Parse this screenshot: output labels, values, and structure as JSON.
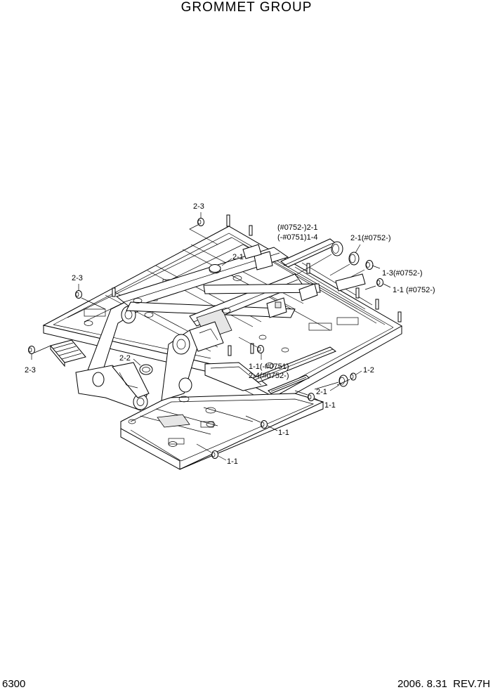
{
  "header": {
    "title": "GROMMET GROUP"
  },
  "footer": {
    "page_number": "6300",
    "revision": "2006. 8.31  REV.7H"
  },
  "callouts": [
    {
      "id": "c1",
      "text": "2-3"
    },
    {
      "id": "c2",
      "text": "(#0752-)2-1"
    },
    {
      "id": "c3",
      "text": "(-#0751)1-4"
    },
    {
      "id": "c4",
      "text": "2-1(#0752-)"
    },
    {
      "id": "c5",
      "text": "2-1"
    },
    {
      "id": "c6",
      "text": "1-3(#0752-)"
    },
    {
      "id": "c7",
      "text": "1-1 (#0752-)"
    },
    {
      "id": "c8",
      "text": "2-3"
    },
    {
      "id": "c9",
      "text": "2-3"
    },
    {
      "id": "c10",
      "text": "2-2"
    },
    {
      "id": "c11",
      "text": "1-1(-#0751)"
    },
    {
      "id": "c12",
      "text": "2-4(#0752-)"
    },
    {
      "id": "c13",
      "text": "1-2"
    },
    {
      "id": "c14",
      "text": "2-1"
    },
    {
      "id": "c15",
      "text": "1-1"
    },
    {
      "id": "c16",
      "text": "1-1"
    },
    {
      "id": "c17",
      "text": "1-1"
    }
  ]
}
